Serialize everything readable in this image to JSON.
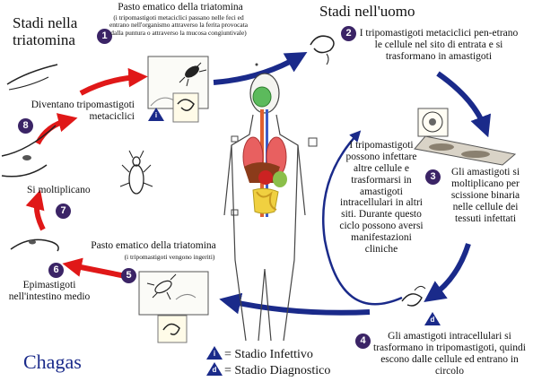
{
  "titles": {
    "vector_line1": "Stadi nella",
    "vector_line2": "triatomina",
    "human": "Stadi nell'uomo",
    "disease": "Chagas"
  },
  "steps": [
    {
      "number": "1",
      "title": "Pasto ematico della triatomina",
      "detail": "(i tripomastigoti metaciclici passano nelle feci ed entrano nell'organismo attraverso la ferita provocata dalla puntura o attraverso la mucosa congiuntivale)"
    },
    {
      "number": "2",
      "text": "I tripomastigoti metaciclici pen-etrano le cellule nel sito di entrata e si trasformano in amastigoti"
    },
    {
      "number": "3",
      "text": "Gli amastigoti si moltiplicano per scissione binaria nelle cellule dei tessuti infettati"
    },
    {
      "number": "4",
      "text": "Gli amastigoti intracellulari si trasformano in tripomastigoti, quindi escono dalle cellule ed entrano in circolo"
    },
    {
      "number": "5",
      "title": "Pasto ematico della triatomina",
      "detail": "(i tripomastigoti vengono ingeriti)"
    },
    {
      "number": "6",
      "text": "Epimastigoti nell'intestino medio"
    },
    {
      "number": "7",
      "text": "Si moltiplicano"
    },
    {
      "number": "8",
      "text": "Diventano tripomastigoti metaciclici"
    }
  ],
  "center_note": "I tripomastigoti possono infettare altre cellule e trasformarsi in amastigoti intracellulari in altri siti. Durante questo ciclo possono aversi manifestazioni cliniche",
  "legend": {
    "infective_marker": "i",
    "infective_label": "= Stadio Infettivo",
    "diagnostic_marker": "d",
    "diagnostic_label": "= Stadio Diagnostico"
  },
  "colors": {
    "human_cycle_arrow": "#1a2a8a",
    "vector_cycle_arrow": "#e01818",
    "step_badge": "#3b2466",
    "disease_title": "#1a2a8a"
  }
}
